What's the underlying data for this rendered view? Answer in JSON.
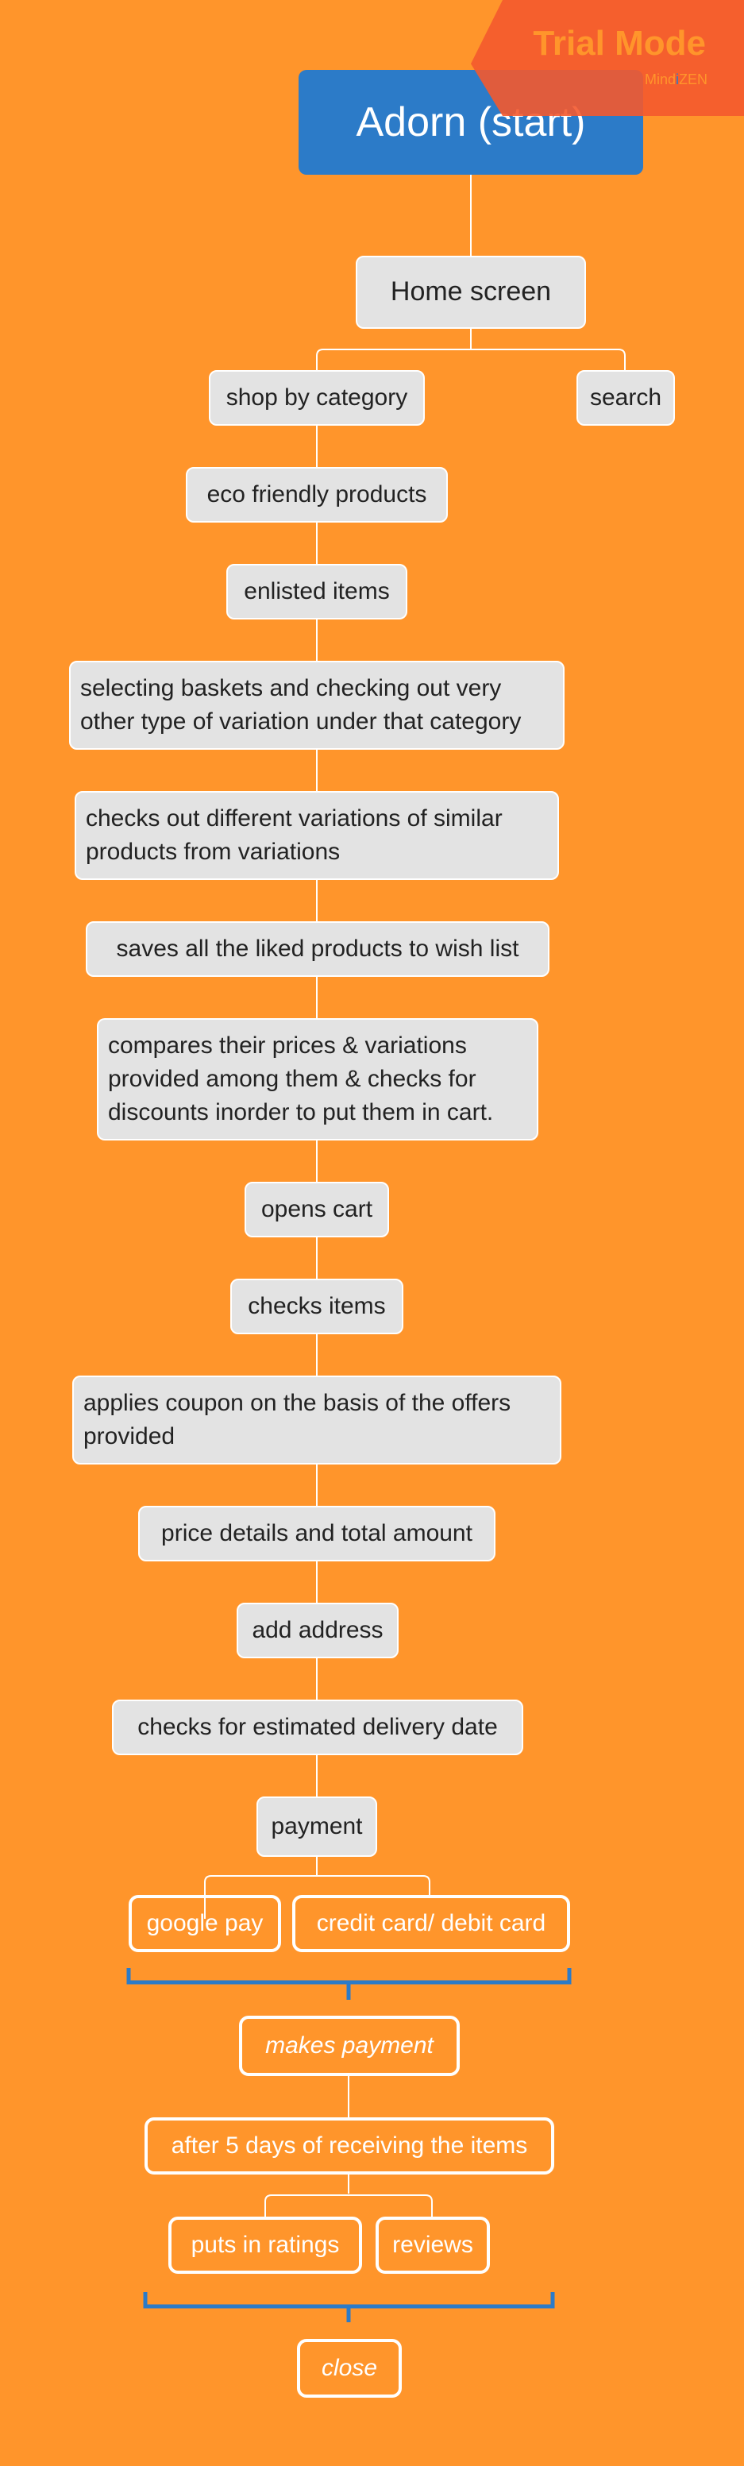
{
  "nodes": {
    "root": "Adorn (start)",
    "home": "Home screen",
    "shop_by_category": "shop by category",
    "search": "search",
    "eco_friendly": "eco friendly products",
    "enlisted_items": "enlisted items",
    "selecting_baskets": "selecting  baskets and checking out very other type of variation under that category",
    "checks_variations": "checks out different variations of similar products from variations",
    "saves_wishlist": "saves all the liked products to wish list",
    "compares_prices": "compares  their prices & variations provided among them & checks for discounts inorder to put them in cart.",
    "opens_cart": "opens cart",
    "checks_items": "checks items",
    "applies_coupon": "applies coupon on the basis of the offers provided",
    "price_details": "price details and total amount",
    "add_address": "add address",
    "estimated_delivery": "checks for estimated delivery date",
    "payment": "payment",
    "google_pay": "google pay",
    "credit_debit": "credit card/ debit card",
    "makes_payment": "makes payment",
    "after_5_days": "after 5 days of receiving the items",
    "ratings": "puts in ratings",
    "reviews": "reviews",
    "close": "close"
  },
  "watermark": {
    "title": "Trial Mode",
    "brand_prefix": "Mind",
    "brand_mark": "i",
    "brand_suffix": "ZEN"
  },
  "colors": {
    "background": "#FF952B",
    "root_fill": "#2C7BC8",
    "node_fill": "#E3E3E3",
    "bracket": "#2C7BC8",
    "watermark": "#F4592E"
  }
}
